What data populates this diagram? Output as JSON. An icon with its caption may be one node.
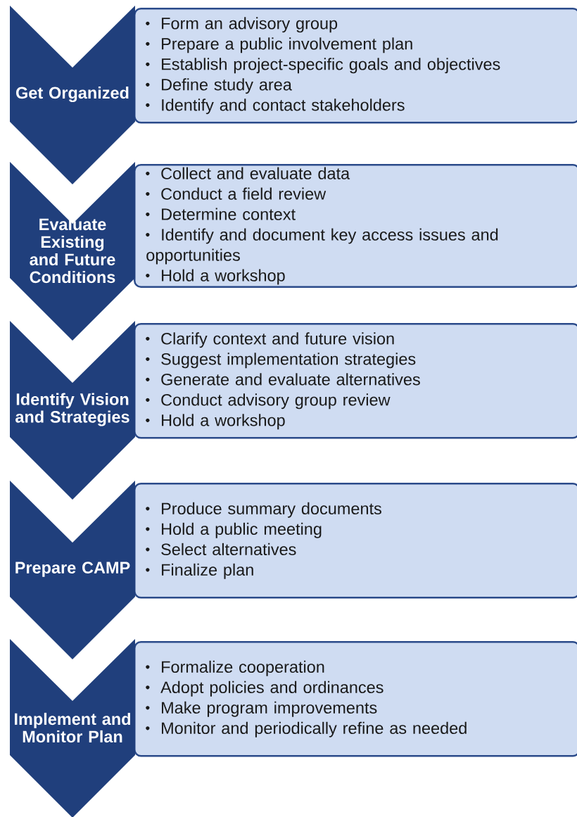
{
  "diagram": {
    "nodes": [
      {
        "text": [
          "Get Organized"
        ]
      },
      {
        "text": [
          "Form an advisory group",
          "Prepare a public involvement plan",
          "Establish project-specific goals and objectives",
          "Define study area",
          "Identify and contact stakeholders"
        ]
      },
      {
        "text": [
          "Evaluate Existing and Future Conditions"
        ]
      },
      {
        "text": [
          "Collect and evaluate data",
          "Conduct a field review",
          "Determine context",
          "Identify and document key access issues and opportunities",
          "Hold a workshop"
        ]
      },
      {
        "text": [
          "Identify Vision and Strategies"
        ]
      },
      {
        "text": [
          "Clarify context and future vision",
          "Suggest implementation strategies",
          "Generate and evaluate alternatives",
          "Conduct advisory group review",
          "Hold a workshop"
        ]
      },
      {
        "text": [
          "Prepare CAMP"
        ]
      },
      {
        "text": [
          "Produce summary documents",
          "Hold a public meeting",
          "Select alternatives",
          "Finalize plan"
        ]
      },
      {
        "text": [
          "Implement and Monitor Plan"
        ]
      },
      {
        "text": [
          "Formalize cooperation",
          "Adopt policies and ordinances",
          "Make program improvements",
          "Monitor and periodically refine as needed"
        ]
      }
    ]
  }
}
